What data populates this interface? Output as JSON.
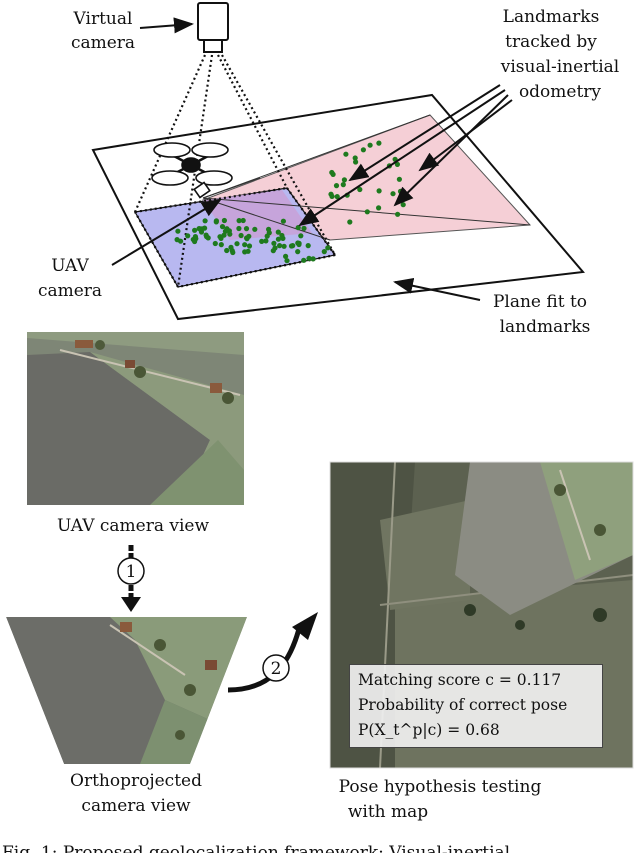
{
  "labels": {
    "virtual_camera_line1": "Virtual",
    "virtual_camera_line2": "camera",
    "landmarks_line1": "Landmarks",
    "landmarks_line2": "tracked by",
    "landmarks_line3": "visual-inertial",
    "landmarks_line4": "odometry",
    "uav_camera_line1": "UAV",
    "uav_camera_line2": "camera",
    "plane_fit_line1": "Plane fit to",
    "plane_fit_line2": "landmarks",
    "uav_camera_view": "UAV camera view",
    "ortho_line1": "Orthoprojected",
    "ortho_line2": "camera view",
    "pose_line1": "Pose hypothesis testing",
    "pose_line2": "with map",
    "step1": "1",
    "step2": "2"
  },
  "info_box": {
    "line1": "Matching score c = 0.117",
    "line2": "Probability of correct pose",
    "line3": "P(X_t^p|c) = 0.68"
  },
  "caption": "Fig. 1: Proposed geolocalization framework: Visual-inertial",
  "colors": {
    "landmark_dots": "#1e7a1e",
    "blue_region": "#b8b8f0",
    "pink_region": "#f5cfd6",
    "field_gray": "#6b6c66",
    "grass_green": "#8a9a78"
  }
}
